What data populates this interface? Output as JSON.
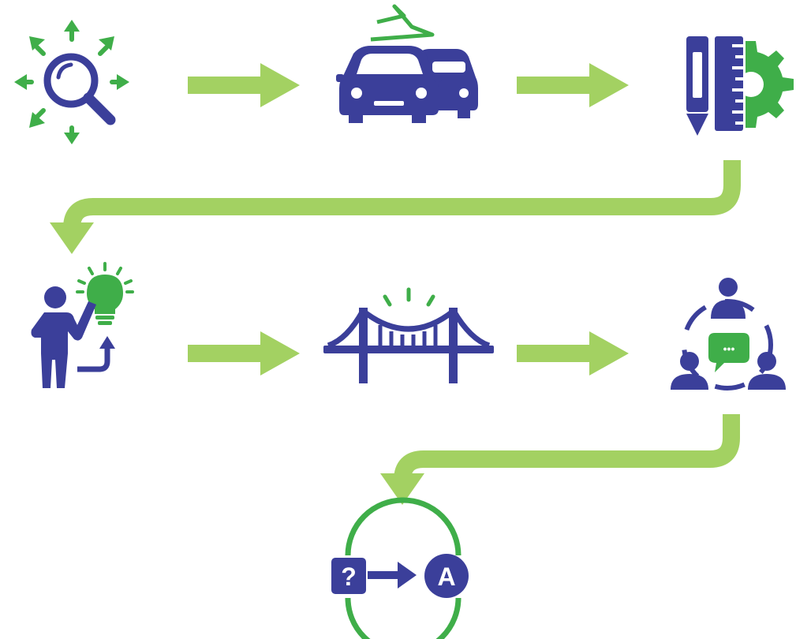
{
  "colors": {
    "blue": "#3b3f9a",
    "green": "#3fae49",
    "lime": "#a3d162",
    "white": "#ffffff"
  },
  "flow": {
    "steps": [
      {
        "id": "explore",
        "icon": "search-explore-icon"
      },
      {
        "id": "traffic",
        "icon": "cars-traffic-icon"
      },
      {
        "id": "design-tools",
        "icon": "pencil-ruler-gear-icon"
      },
      {
        "id": "idea",
        "icon": "person-lightbulb-icon"
      },
      {
        "id": "bridge",
        "icon": "bridge-icon"
      },
      {
        "id": "discussion",
        "icon": "team-discussion-icon"
      },
      {
        "id": "question-answer",
        "icon": "question-to-answer-icon"
      }
    ],
    "connectors": [
      {
        "from": "explore",
        "to": "traffic"
      },
      {
        "from": "traffic",
        "to": "design-tools"
      },
      {
        "from": "design-tools",
        "to": "idea"
      },
      {
        "from": "idea",
        "to": "bridge"
      },
      {
        "from": "bridge",
        "to": "discussion"
      },
      {
        "from": "discussion",
        "to": "question-answer"
      }
    ],
    "question_symbol": "?",
    "answer_symbol": "A",
    "chat_symbol": "•••"
  }
}
